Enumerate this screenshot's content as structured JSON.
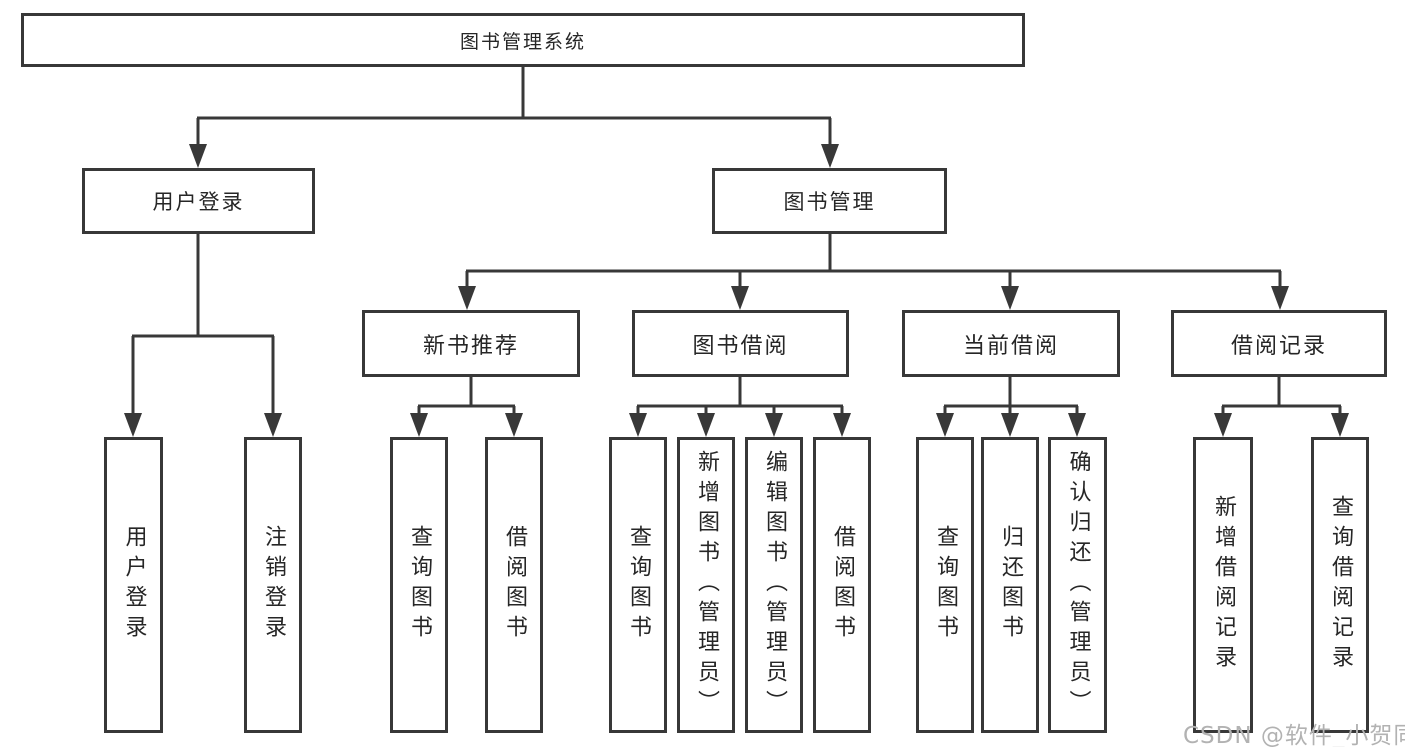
{
  "diagram": {
    "root": {
      "label": "图书管理系统"
    },
    "level2": [
      {
        "label": "用户登录"
      },
      {
        "label": "图书管理"
      }
    ],
    "level3": [
      {
        "label": "新书推荐"
      },
      {
        "label": "图书借阅"
      },
      {
        "label": "当前借阅"
      },
      {
        "label": "借阅记录"
      }
    ],
    "leaves": [
      {
        "label": "用户登录",
        "parent": "用户登录"
      },
      {
        "label": "注销登录",
        "parent": "用户登录"
      },
      {
        "label": "查询图书",
        "parent": "新书推荐"
      },
      {
        "label": "借阅图书",
        "parent": "新书推荐"
      },
      {
        "label": "查询图书",
        "parent": "图书借阅"
      },
      {
        "label": "新增图书（管理员）",
        "parent": "图书借阅"
      },
      {
        "label": "编辑图书（管理员）",
        "parent": "图书借阅"
      },
      {
        "label": "借阅图书",
        "parent": "图书借阅"
      },
      {
        "label": "查询图书",
        "parent": "当前借阅"
      },
      {
        "label": "归还图书",
        "parent": "当前借阅"
      },
      {
        "label": "确认归还（管理员）",
        "parent": "当前借阅"
      },
      {
        "label": "新增借阅记录",
        "parent": "借阅记录"
      },
      {
        "label": "查询借阅记录",
        "parent": "借阅记录"
      }
    ],
    "watermark": "CSDN @软件_小贺同学",
    "colors": {
      "line": "#383838",
      "border": "#383838",
      "text": "#262626",
      "watermark": "#b2b2b2",
      "background": "#ffffff"
    }
  }
}
